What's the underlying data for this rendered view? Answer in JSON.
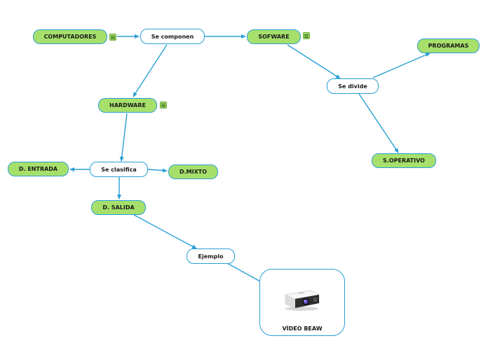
{
  "nodes": {
    "computadores": "COMPUTADORES",
    "se_componen": "Se componen",
    "sofware": "SOFWARE",
    "programas": "PROGRAMAS",
    "se_divide": "Se divide",
    "hardware": "HARDWARE",
    "s_operativo": "S.OPERATIVO",
    "d_entrada": "D. ENTRADA",
    "se_clasifica": "Se clasifica",
    "d_mixto": "D.MIXTO",
    "d_salida": "D. SALIDA",
    "ejemplo": "Ejemplo",
    "video_beaw": "VÍDEO BEAW"
  },
  "colors": {
    "green_fill": "#a6e06b",
    "edge": "#2a9fd6"
  },
  "icons": {
    "note": "note-icon",
    "image": "projector-image"
  }
}
